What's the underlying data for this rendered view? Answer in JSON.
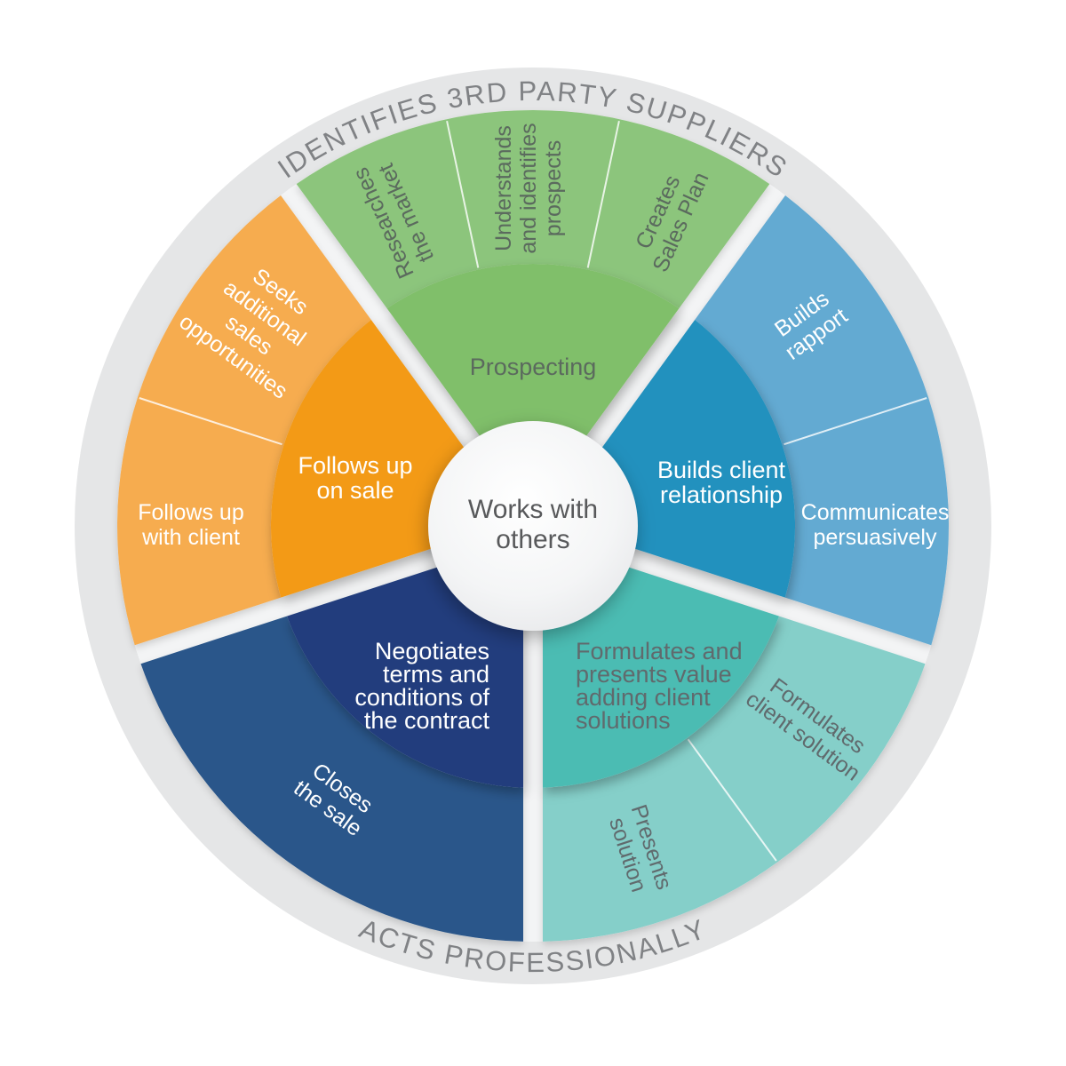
{
  "diagram": {
    "title_semantic": "sales-competency-wheel",
    "center_label": {
      "lines": [
        "Works with",
        "others"
      ]
    },
    "ring": {
      "top_label": "IDENTIFIES 3RD PARTY SUPPLIERS",
      "bottom_label": "ACTS PROFESSIONALLY",
      "ring_color": "#E5E6E7",
      "text_color": "#808285"
    },
    "segments": [
      {
        "id": "prospecting",
        "inner_color": "#80BF6B",
        "outer_color": "#8CC57C",
        "text_color": "#5B6A5E",
        "inner_label": {
          "lines": [
            "Prospecting"
          ]
        },
        "outer_labels": [
          {
            "lines": [
              "Researches",
              "the market"
            ]
          },
          {
            "lines": [
              "Understands",
              "and identifies",
              "prospects"
            ]
          },
          {
            "lines": [
              "Creates",
              "Sales Plan"
            ]
          }
        ]
      },
      {
        "id": "builds-client-relationship",
        "inner_color": "#2491BE",
        "outer_color": "#64AAD2",
        "text_color": "#FFFFFF",
        "inner_label": {
          "lines": [
            "Builds client",
            "relationship"
          ]
        },
        "outer_labels": [
          {
            "lines": [
              "Builds",
              "rapport"
            ]
          },
          {
            "lines": [
              "Communicates",
              "persuasively"
            ]
          }
        ]
      },
      {
        "id": "formulates-client-solutions",
        "inner_color": "#4CBCB3",
        "outer_color": "#85CFC9",
        "text_color": "#606A6D",
        "inner_label": {
          "lines": [
            "Formulates and",
            "presents value",
            "adding client",
            "solutions"
          ]
        },
        "outer_labels": [
          {
            "lines": [
              "Formulates",
              "client solution"
            ]
          },
          {
            "lines": [
              "Presents",
              "solution"
            ]
          }
        ]
      },
      {
        "id": "negotiates-contract",
        "inner_color": "#203E7D",
        "outer_color": "#2B578A",
        "text_color": "#FFFFFF",
        "inner_label": {
          "lines": [
            "Negotiates",
            "terms and",
            "conditions of",
            "the contract"
          ]
        },
        "outer_labels": [
          {
            "lines": [
              "Closes",
              "the sale"
            ]
          }
        ]
      },
      {
        "id": "follows-up-on-sale",
        "inner_color": "#F39A18",
        "outer_color": "#F6AC50",
        "text_color": "#FFFFFF",
        "inner_label": {
          "lines": [
            "Follows up",
            "on sale"
          ]
        },
        "outer_labels": [
          {
            "lines": [
              "Follows up",
              "with client"
            ]
          },
          {
            "lines": [
              "Seeks",
              "additional",
              "sales",
              "opportunities"
            ]
          }
        ]
      }
    ]
  }
}
